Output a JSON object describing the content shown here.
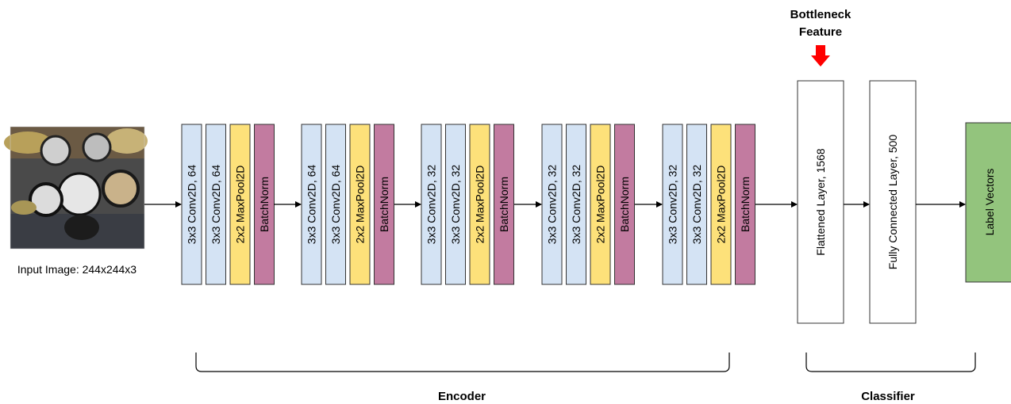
{
  "input": {
    "label": "Input Image: 244x244x3",
    "image": "drum-kit-photo"
  },
  "encoder": {
    "label": "Encoder",
    "blocks": [
      {
        "layers": [
          {
            "type": "conv",
            "label": "3x3 Conv2D, 64"
          },
          {
            "type": "conv",
            "label": "3x3 Conv2D, 64"
          },
          {
            "type": "pool",
            "label": "2x2 MaxPool2D"
          },
          {
            "type": "bn",
            "label": "BatchNorm"
          }
        ]
      },
      {
        "layers": [
          {
            "type": "conv",
            "label": "3x3 Conv2D, 64"
          },
          {
            "type": "conv",
            "label": "3x3 Conv2D, 64"
          },
          {
            "type": "pool",
            "label": "2x2 MaxPool2D"
          },
          {
            "type": "bn",
            "label": "BatchNorm"
          }
        ]
      },
      {
        "layers": [
          {
            "type": "conv",
            "label": "3x3 Conv2D, 32"
          },
          {
            "type": "conv",
            "label": "3x3 Conv2D, 32"
          },
          {
            "type": "pool",
            "label": "2x2 MaxPool2D"
          },
          {
            "type": "bn",
            "label": "BatchNorm"
          }
        ]
      },
      {
        "layers": [
          {
            "type": "conv",
            "label": "3x3 Conv2D, 32"
          },
          {
            "type": "conv",
            "label": "3x3 Conv2D, 32"
          },
          {
            "type": "pool",
            "label": "2x2 MaxPool2D"
          },
          {
            "type": "bn",
            "label": "BatchNorm"
          }
        ]
      },
      {
        "layers": [
          {
            "type": "conv",
            "label": "3x3 Conv2D, 32"
          },
          {
            "type": "conv",
            "label": "3x3 Conv2D, 32"
          },
          {
            "type": "pool",
            "label": "2x2 MaxPool2D"
          },
          {
            "type": "bn",
            "label": "BatchNorm"
          }
        ]
      }
    ]
  },
  "classifier": {
    "label": "Classifier",
    "flatten": "Flattened Layer, 1568",
    "dense": "Fully Connected Layer, 500",
    "output": "Label Vectors"
  },
  "bottleneck": {
    "line1": "Bottleneck",
    "line2": "Feature",
    "arrow_color": "#ff0000"
  },
  "colors": {
    "conv": "#d4e3f4",
    "pool": "#fde17a",
    "batchnorm": "#c27ba0",
    "output": "#93c47d"
  }
}
